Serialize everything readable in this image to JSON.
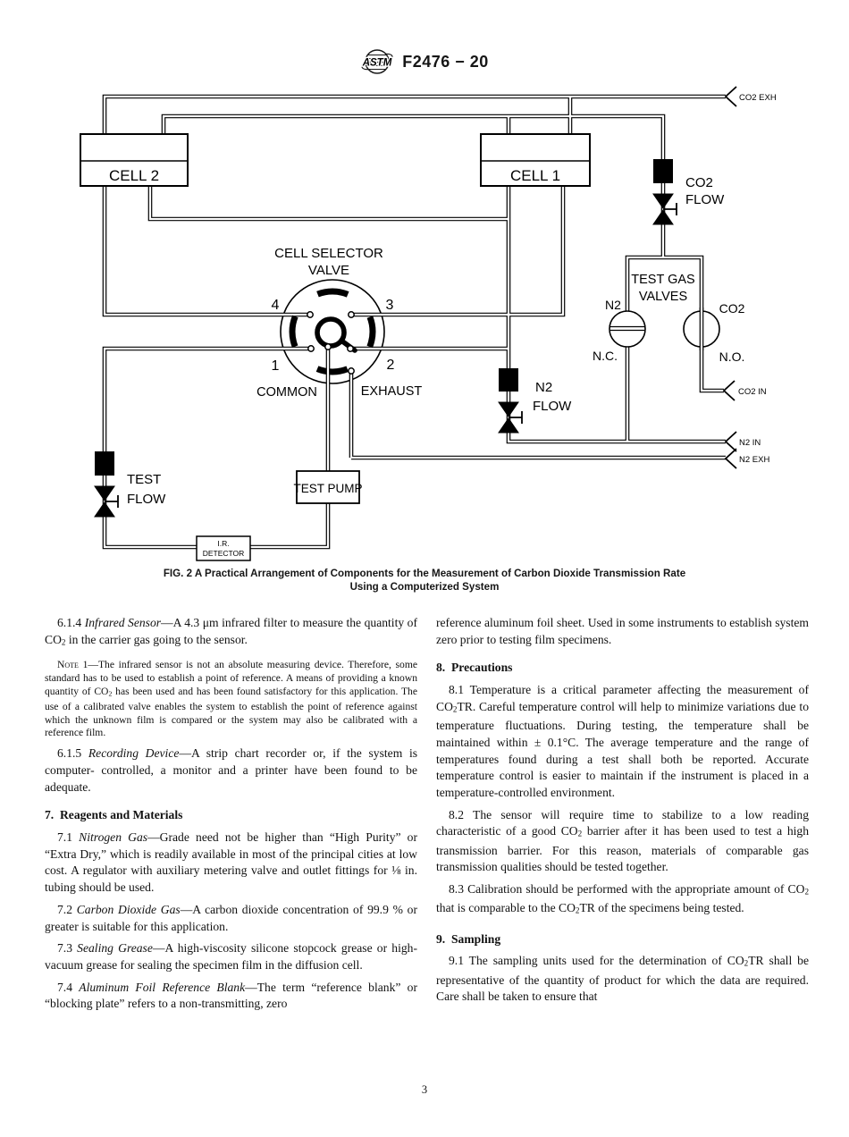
{
  "header": {
    "doc_code": "F2476 − 20",
    "logo_text": "ASTM"
  },
  "diagram": {
    "labels": {
      "cell2": "CELL 2",
      "cell1": "CELL 1",
      "co2_exh": "CO2 EXH",
      "co2_in": "CO2 IN",
      "n2_in": "N2 IN",
      "n2_exh": "N2 EXH",
      "co2_flow1": "CO2",
      "co2_flow2": "FLOW",
      "n2_flow1": "N2",
      "n2_flow2": "FLOW",
      "test_flow1": "TEST",
      "test_flow2": "FLOW",
      "selector1": "CELL SELECTOR",
      "selector2": "VALVE",
      "port1": "1",
      "port2": "2",
      "port3": "3",
      "port4": "4",
      "common": "COMMON",
      "exhaust": "EXHAUST",
      "test_gas1": "TEST GAS",
      "test_gas2": "VALVES",
      "n2": "N2",
      "co2": "CO2",
      "nc": "N.C.",
      "no": "N.O.",
      "test_pump": "TEST PUMP",
      "ir1": "I.R.",
      "ir2": "DETECTOR"
    }
  },
  "caption": {
    "line1": "FIG. 2 A Practical Arrangement of Components for the Measurement of Carbon Dioxide Transmission Rate",
    "line2": "Using a Computerized System"
  },
  "content": {
    "left": [
      {
        "type": "para",
        "runs": [
          {
            "t": "6.1.4 "
          },
          {
            "s": "i",
            "t": "Infrared Sensor"
          },
          {
            "t": "—A 4.3 μm infrared filter to measure the quantity of CO"
          },
          {
            "s": "sub",
            "t": "2"
          },
          {
            "t": " in the carrier gas going to the sensor."
          }
        ]
      },
      {
        "type": "note",
        "runs": [
          {
            "s": "sc",
            "t": "Note"
          },
          {
            "t": " 1—The infrared sensor is not an absolute measuring device. Therefore, some standard has to be used to establish a point of reference. A means of providing a known quantity of CO"
          },
          {
            "s": "sub",
            "t": "2"
          },
          {
            "t": " has been used and has been found satisfactory for this application. The use of a calibrated valve enables the system to establish the point of reference against which the unknown film is compared or the system may also be calibrated with a reference film."
          }
        ]
      },
      {
        "type": "para",
        "runs": [
          {
            "t": "6.1.5 "
          },
          {
            "s": "i",
            "t": "Recording Device"
          },
          {
            "t": "—A strip chart recorder or, if the system is computer- controlled, a monitor and a printer have been found to be adequate."
          }
        ]
      },
      {
        "type": "heading",
        "runs": [
          {
            "t": "7. Reagents and Materials"
          }
        ]
      },
      {
        "type": "para",
        "runs": [
          {
            "t": "7.1 "
          },
          {
            "s": "i",
            "t": "Nitrogen Gas"
          },
          {
            "t": "—Grade need not be higher than “High Purity” or “Extra Dry,” which is readily available in most of the principal cities at low cost. A regulator with auxiliary metering valve and outlet fittings for ⅛ in. tubing should be used."
          }
        ]
      },
      {
        "type": "para",
        "runs": [
          {
            "t": "7.2 "
          },
          {
            "s": "i",
            "t": "Carbon Dioxide Gas"
          },
          {
            "t": "—A carbon dioxide concentration of 99.9 % or greater is suitable for this application."
          }
        ]
      },
      {
        "type": "para",
        "runs": [
          {
            "t": "7.3 "
          },
          {
            "s": "i",
            "t": "Sealing Grease"
          },
          {
            "t": "—A high-viscosity silicone stopcock grease or high-vacuum grease for sealing the specimen film in the diffusion cell."
          }
        ]
      },
      {
        "type": "para",
        "runs": [
          {
            "t": "7.4 "
          },
          {
            "s": "i",
            "t": "Aluminum Foil Reference Blank"
          },
          {
            "t": "—The term “reference blank” or “blocking plate” refers to a non-transmitting, zero"
          }
        ]
      }
    ],
    "right": [
      {
        "type": "para",
        "runs": [
          {
            "t": "reference aluminum foil sheet. Used in some instruments to establish system zero prior to testing film specimens."
          }
        ]
      },
      {
        "type": "heading",
        "runs": [
          {
            "t": "8. Precautions"
          }
        ]
      },
      {
        "type": "para",
        "runs": [
          {
            "t": "8.1 Temperature is a critical parameter affecting the measurement of CO"
          },
          {
            "s": "sub",
            "t": "2"
          },
          {
            "t": "TR. Careful temperature control will help to minimize variations due to temperature fluctuations. During testing, the temperature shall be maintained within ± 0.1°C. The average temperature and the range of temperatures found during a test shall both be reported. Accurate temperature control is easier to maintain if the instrument is placed in a temperature-controlled environment."
          }
        ]
      },
      {
        "type": "para",
        "runs": [
          {
            "t": "8.2 The sensor will require time to stabilize to a low reading characteristic of a good CO"
          },
          {
            "s": "sub",
            "t": "2"
          },
          {
            "t": " barrier after it has been used to test a high transmission barrier. For this reason, materials of comparable gas transmission qualities should be tested together."
          }
        ]
      },
      {
        "type": "para",
        "runs": [
          {
            "t": "8.3 Calibration should be performed with the appropriate amount of CO"
          },
          {
            "s": "sub",
            "t": "2"
          },
          {
            "t": " that is comparable to the CO"
          },
          {
            "s": "sub",
            "t": "2"
          },
          {
            "t": "TR of the specimens being tested."
          }
        ]
      },
      {
        "type": "heading",
        "runs": [
          {
            "t": "9. Sampling"
          }
        ]
      },
      {
        "type": "para",
        "runs": [
          {
            "t": "9.1 The sampling units used for the determination of CO"
          },
          {
            "s": "sub",
            "t": "2"
          },
          {
            "t": "TR shall be representative of the quantity of product for which the data are required. Care shall be taken to ensure that"
          }
        ]
      }
    ]
  },
  "footer": {
    "page_number": "3"
  }
}
